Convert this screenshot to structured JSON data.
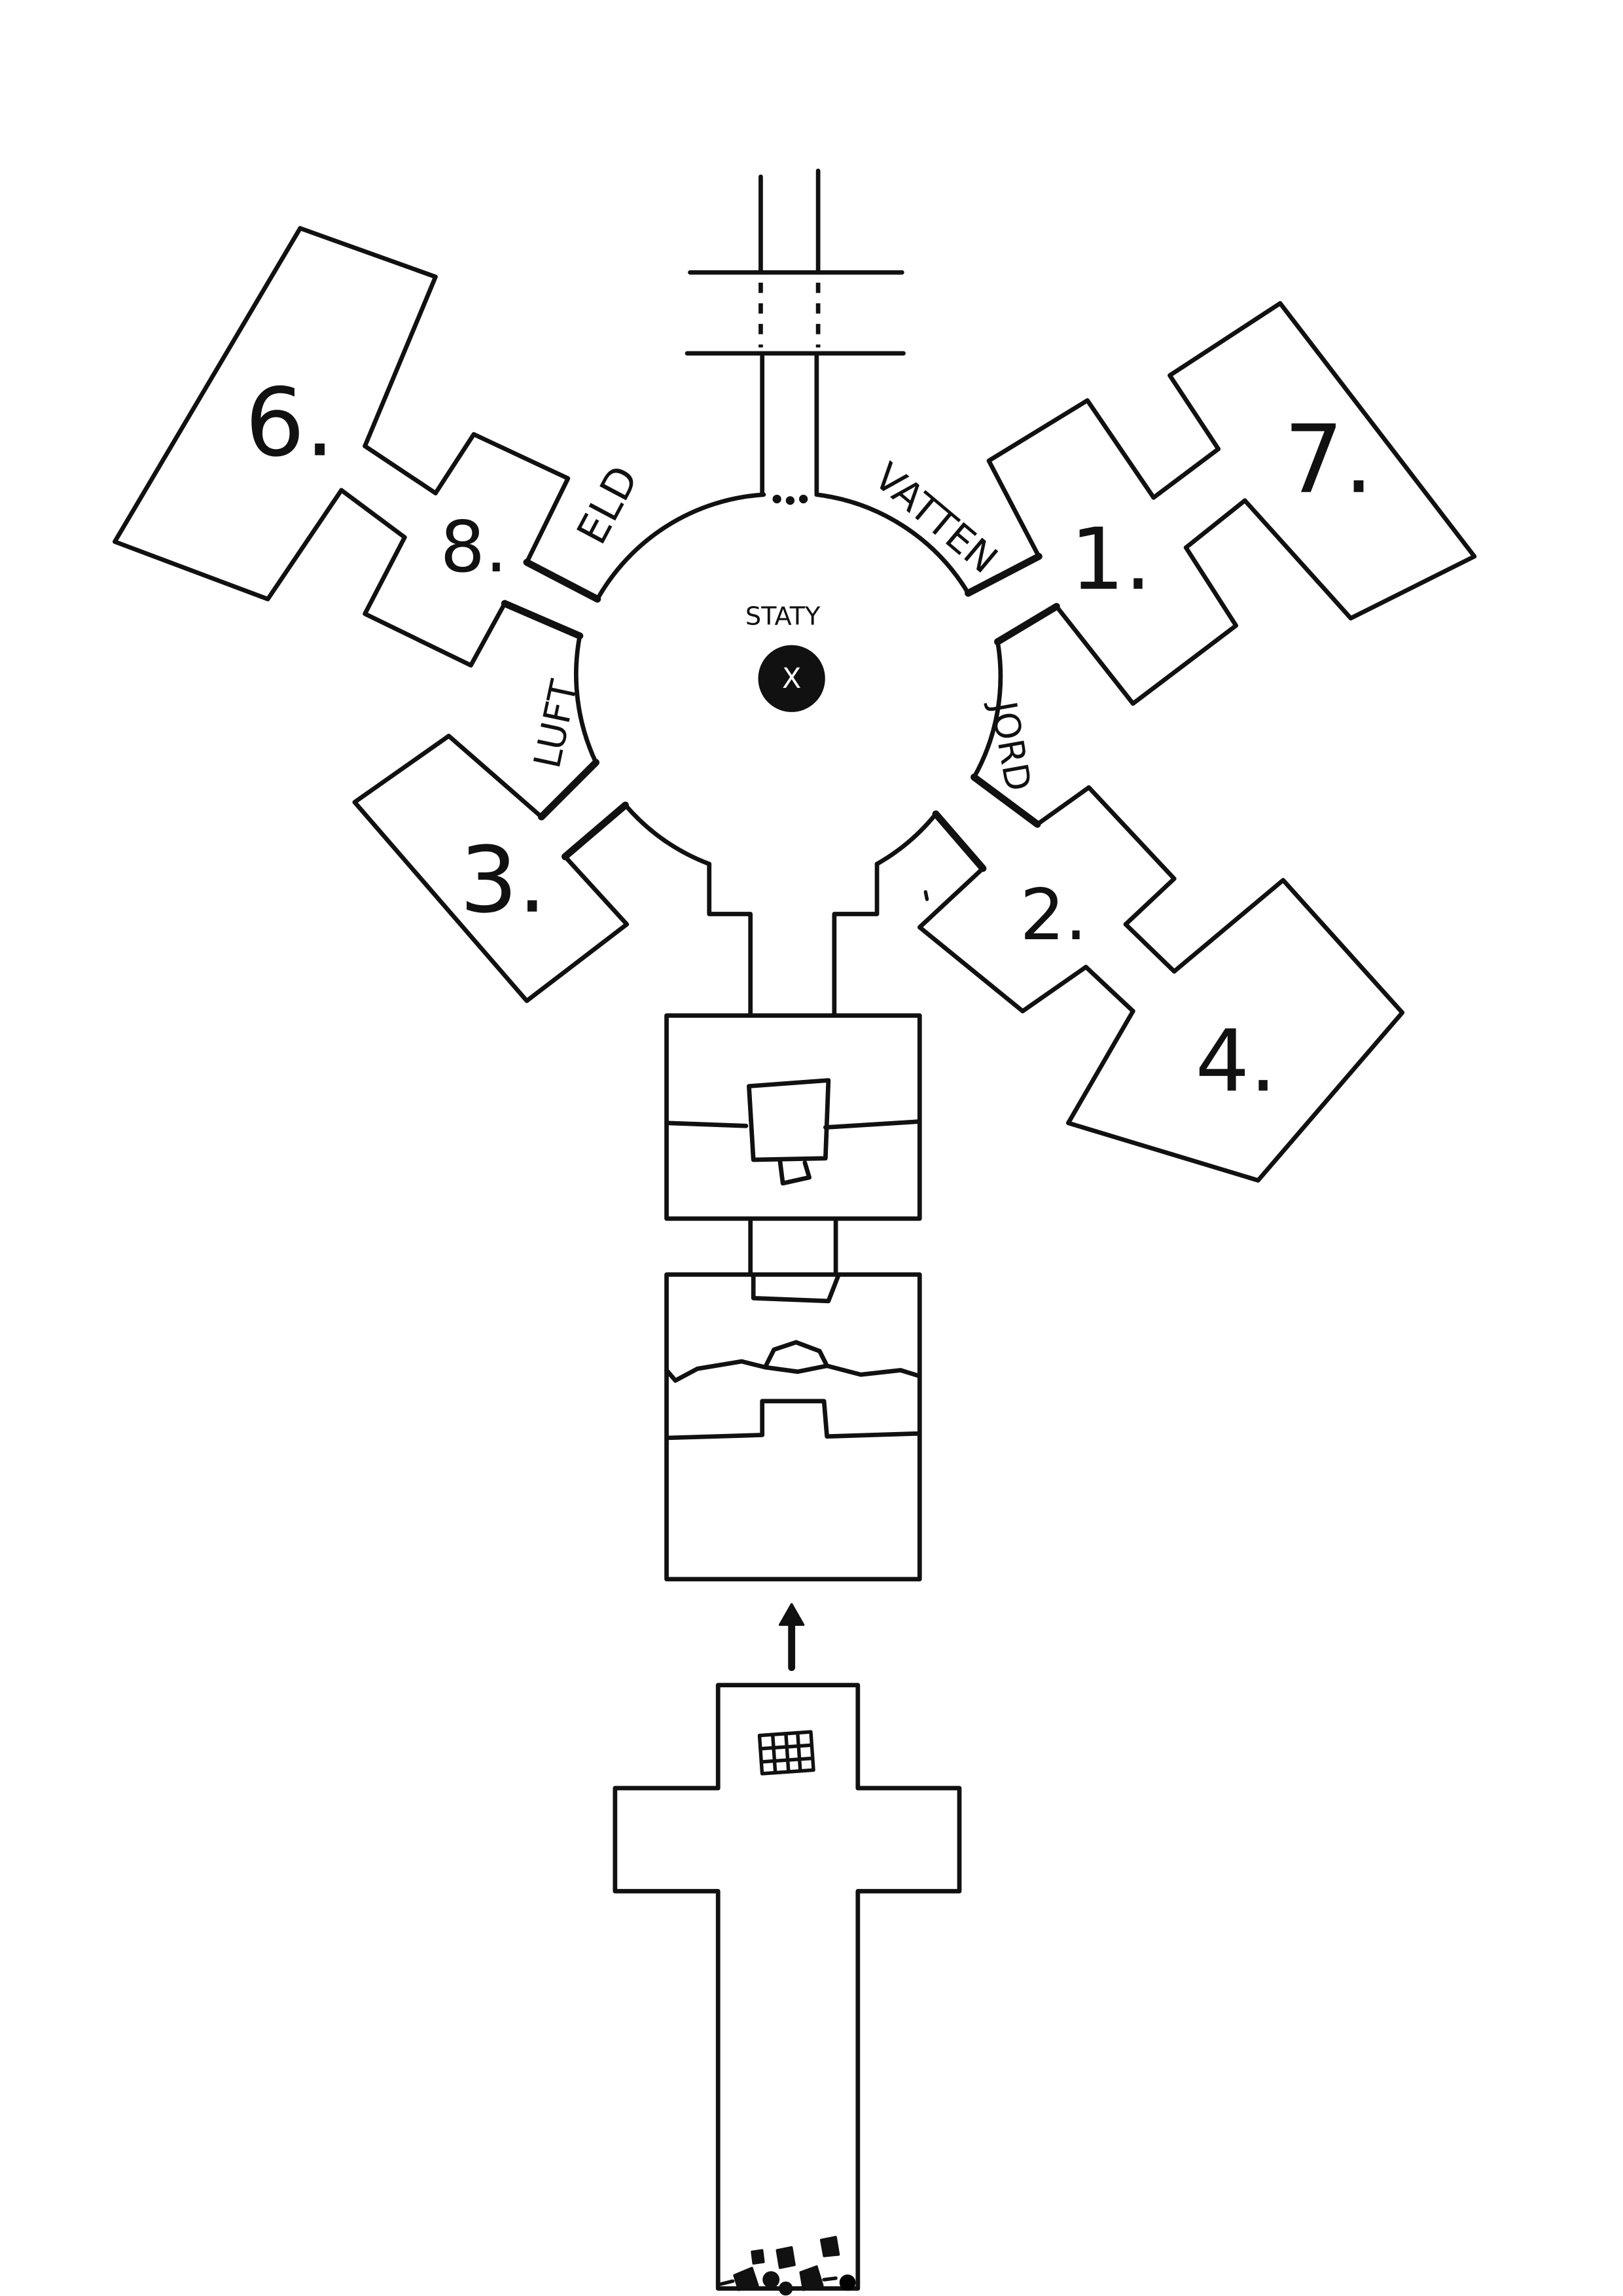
{
  "map": {
    "statue": {
      "label": "STATY",
      "marker": "X"
    },
    "elements": {
      "eld": "ELD",
      "vatten": "VATTEN",
      "luft": "LUFT",
      "jord": "JORD"
    },
    "rooms": {
      "r1": "1.",
      "r2": "2.",
      "r3": "3.",
      "r4": "4.",
      "r6": "6.",
      "r7": "7.",
      "r8": "8."
    }
  },
  "icons": {
    "statue": "statue-marker-icon",
    "grate": "grate-icon",
    "arrow": "arrow-up-icon",
    "rubble": "rubble-icon"
  },
  "colors": {
    "ink": "#111111",
    "paper": "#ffffff",
    "marker_text": "#ffffff"
  }
}
